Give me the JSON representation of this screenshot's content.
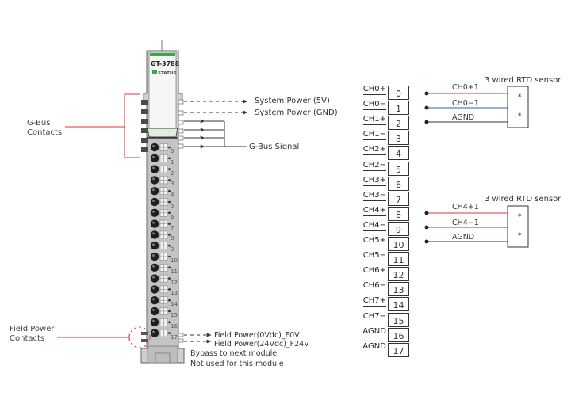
{
  "module": {
    "model": "GT-3788",
    "status_label": "STATUS",
    "terminal_numbers": [
      "0",
      "1",
      "2",
      "3",
      "4",
      "5",
      "6",
      "7",
      "8",
      "9",
      "10",
      "11",
      "12",
      "13",
      "14",
      "15",
      "16",
      "17"
    ],
    "colors": {
      "top_stripe": "#3aa84a",
      "status_led": "#3aa84a",
      "body": "#c8c8c8",
      "label_area": "#f4f4f4"
    }
  },
  "callouts": {
    "gbus_contacts": [
      "G-Bus",
      "Contacts"
    ],
    "field_power_contacts": [
      "Field Power",
      "Contacts"
    ],
    "system_power_5v": "System Power (5V)",
    "system_power_gnd": "System Power (GND)",
    "gbus_signal": "G-Bus Signal",
    "field_power_0v": "Field Power(0Vdc)_F0V",
    "field_power_24v": "Field Power(24Vdc)_F24V",
    "bypass_note": "Bypass to next module",
    "not_used_note": "Not used for this module",
    "callout_color": "#e0323a"
  },
  "terminal_block": {
    "rows": [
      {
        "label": "CH0+",
        "num": "0"
      },
      {
        "label": "CH0−",
        "num": "1"
      },
      {
        "label": "CH1+",
        "num": "2"
      },
      {
        "label": "CH1−",
        "num": "3"
      },
      {
        "label": "CH2+",
        "num": "4"
      },
      {
        "label": "CH2−",
        "num": "5"
      },
      {
        "label": "CH3+",
        "num": "6"
      },
      {
        "label": "CH3−",
        "num": "7"
      },
      {
        "label": "CH4+",
        "num": "8"
      },
      {
        "label": "CH4−",
        "num": "9"
      },
      {
        "label": "CH5+",
        "num": "10"
      },
      {
        "label": "CH5−",
        "num": "11"
      },
      {
        "label": "CH6+",
        "num": "12"
      },
      {
        "label": "CH6−",
        "num": "13"
      },
      {
        "label": "CH7+",
        "num": "14"
      },
      {
        "label": "CH7−",
        "num": "15"
      },
      {
        "label": "AGND",
        "num": "16"
      },
      {
        "label": "AGND",
        "num": "17"
      }
    ]
  },
  "sensors": [
    {
      "title": "3 wired RTD sensor",
      "wires": [
        {
          "label": "CH0+1",
          "color": "#e0323a"
        },
        {
          "label": "CH0−1",
          "color": "#2f5fb3"
        },
        {
          "label": "AGND",
          "color": "#333333"
        }
      ],
      "marks": [
        "*",
        "*"
      ]
    },
    {
      "title": "3 wired RTD sensor",
      "wires": [
        {
          "label": "CH4+1",
          "color": "#e0323a"
        },
        {
          "label": "CH4−1",
          "color": "#2f5fb3"
        },
        {
          "label": "AGND",
          "color": "#333333"
        }
      ],
      "marks": [
        "*",
        "*"
      ]
    }
  ]
}
